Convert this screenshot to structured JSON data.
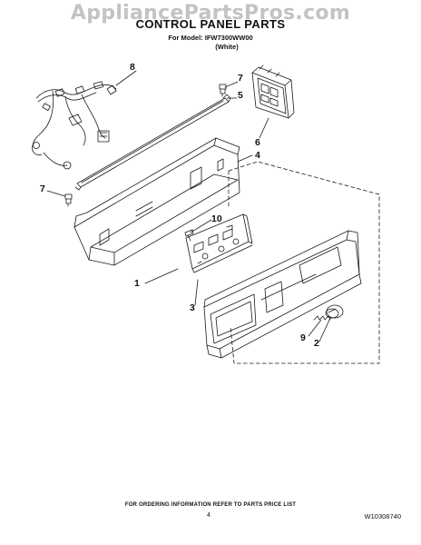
{
  "watermark": "AppliancePartsPros.com",
  "title": "CONTROL PANEL PARTS",
  "model_line": "For Model: IFW7300WW00",
  "color_line": "(White)",
  "callouts": [
    "8",
    "7",
    "5",
    "6",
    "4",
    "7",
    "10",
    "1",
    "3",
    "9",
    "2"
  ],
  "footer": {
    "ordering_note": "FOR ORDERING INFORMATION REFER TO PARTS PRICE LIST",
    "page_number": "4",
    "document_number": "W10308740"
  },
  "colors": {
    "line": "#1a1a1a",
    "watermark": "#b0b0b0"
  }
}
